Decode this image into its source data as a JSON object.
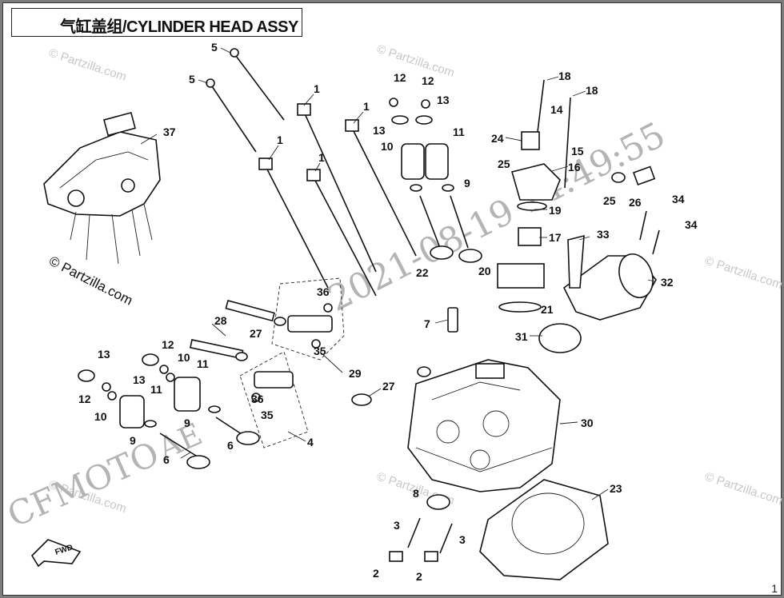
{
  "header": {
    "title": "气缸盖组/CYLINDER HEAD ASSY"
  },
  "watermarks": {
    "copyright": "© Partzilla.com",
    "timestamp": "2021-08-19 14:49:55",
    "brand": "CFMOTO",
    "brand_code": "AE"
  },
  "direction_badge": "FWD",
  "page_number": "1",
  "callouts": {
    "c1a": "1",
    "c1b": "1",
    "c1c": "1",
    "c1d": "1",
    "c2a": "2",
    "c2b": "2",
    "c3a": "3",
    "c3b": "3",
    "c4": "4",
    "c5a": "5",
    "c5b": "5",
    "c6a": "6",
    "c6b": "6",
    "c7": "7",
    "c8": "8",
    "c9a": "9",
    "c9b": "9",
    "c9c": "9",
    "c10a": "10",
    "c10b": "10",
    "c10c": "10",
    "c11a": "11",
    "c11b": "11",
    "c11c": "11",
    "c12a": "12",
    "c12b": "12",
    "c12c": "12",
    "c12d": "12",
    "c13a": "13",
    "c13b": "13",
    "c13c": "13",
    "c13d": "13",
    "c14": "14",
    "c15": "15",
    "c16": "16",
    "c17": "17",
    "c18a": "18",
    "c18b": "18",
    "c19": "19",
    "c20": "20",
    "c21": "21",
    "c22": "22",
    "c23": "23",
    "c24": "24",
    "c25a": "25",
    "c25b": "25",
    "c26": "26",
    "c27a": "27",
    "c27b": "27",
    "c28": "28",
    "c29": "29",
    "c30": "30",
    "c31": "31",
    "c32": "32",
    "c33": "33",
    "c34a": "34",
    "c34b": "34",
    "c35a": "35",
    "c35b": "35",
    "c36a": "36",
    "c36b": "36",
    "c37": "37"
  }
}
